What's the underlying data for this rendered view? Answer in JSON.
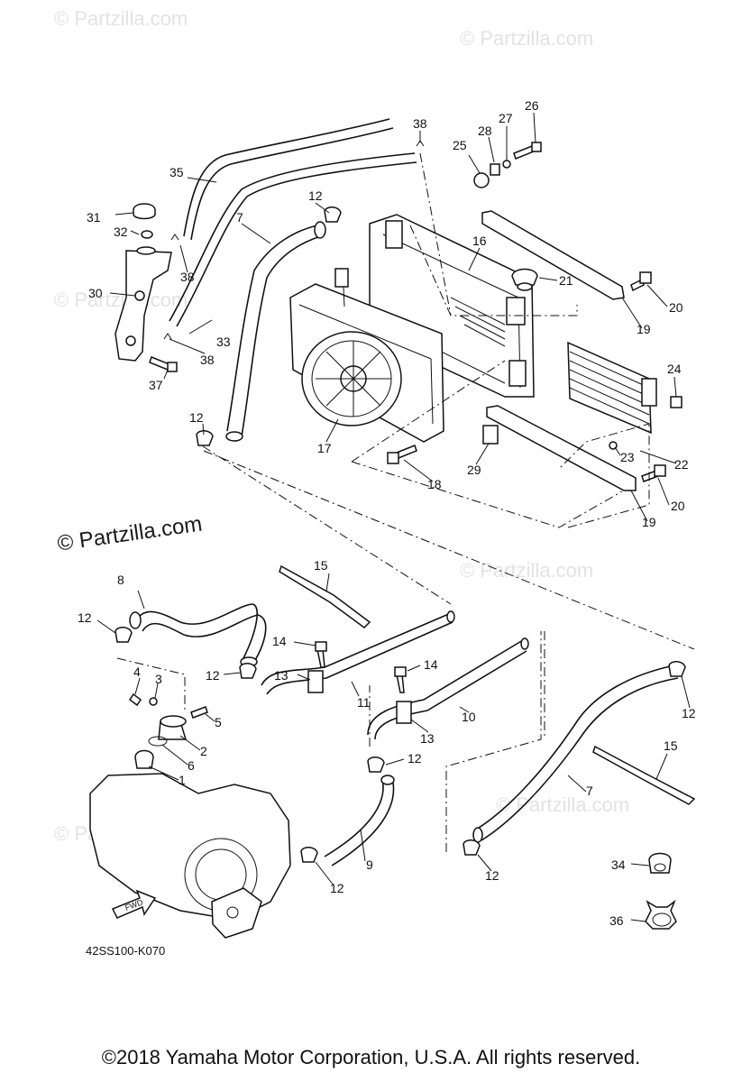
{
  "watermarks": {
    "top_left": "© Partzilla.com",
    "top_right": "© Partzilla.com",
    "mid_left": "© Partzilla.com",
    "mid_right": "© Partzilla.com",
    "lower_left": "© Partzilla.com",
    "lower_right": "© Partzilla.com",
    "center_big": "© Partzilla.com"
  },
  "diagram_code": "42SS100-K070",
  "fwd_label": "FWD",
  "copyright": "©2018  Yamaha Motor Corporation, U.S.A. All rights reserved.",
  "callouts": {
    "n1": "1",
    "n2": "2",
    "n3": "3",
    "n4": "4",
    "n5": "5",
    "n6": "6",
    "n7a": "7",
    "n7b": "7",
    "n8": "8",
    "n9": "9",
    "n10": "10",
    "n11": "11",
    "n12a": "12",
    "n12b": "12",
    "n12c": "12",
    "n12d": "12",
    "n12e": "12",
    "n12f": "12",
    "n12g": "12",
    "n12h": "12",
    "n13a": "13",
    "n13b": "13",
    "n14a": "14",
    "n14b": "14",
    "n15a": "15",
    "n15b": "15",
    "n16": "16",
    "n17": "17",
    "n18": "18",
    "n19a": "19",
    "n19b": "19",
    "n20a": "20",
    "n20b": "20",
    "n21": "21",
    "n22": "22",
    "n23": "23",
    "n24": "24",
    "n25": "25",
    "n26": "26",
    "n27": "27",
    "n28": "28",
    "n29": "29",
    "n30": "30",
    "n31": "31",
    "n32": "32",
    "n33": "33",
    "n34": "34",
    "n35": "35",
    "n36": "36",
    "n37": "37",
    "n38a": "38",
    "n38b": "38",
    "n38c": "38"
  }
}
